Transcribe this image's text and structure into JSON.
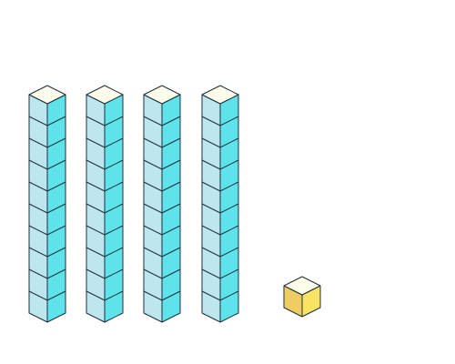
{
  "figure": {
    "kind": "base-ten blocks",
    "tens_rods": 4,
    "cubes_per_rod": 10,
    "ones_cubes": 1,
    "colors": {
      "rod_top": "#fdfdec",
      "rod_left": "#bde6ee",
      "rod_right": "#5ee3ea",
      "unit_top": "#fdfce8",
      "unit_left": "#f0cd62",
      "unit_right": "#f9e363",
      "outline": "#1f2f3c"
    }
  }
}
